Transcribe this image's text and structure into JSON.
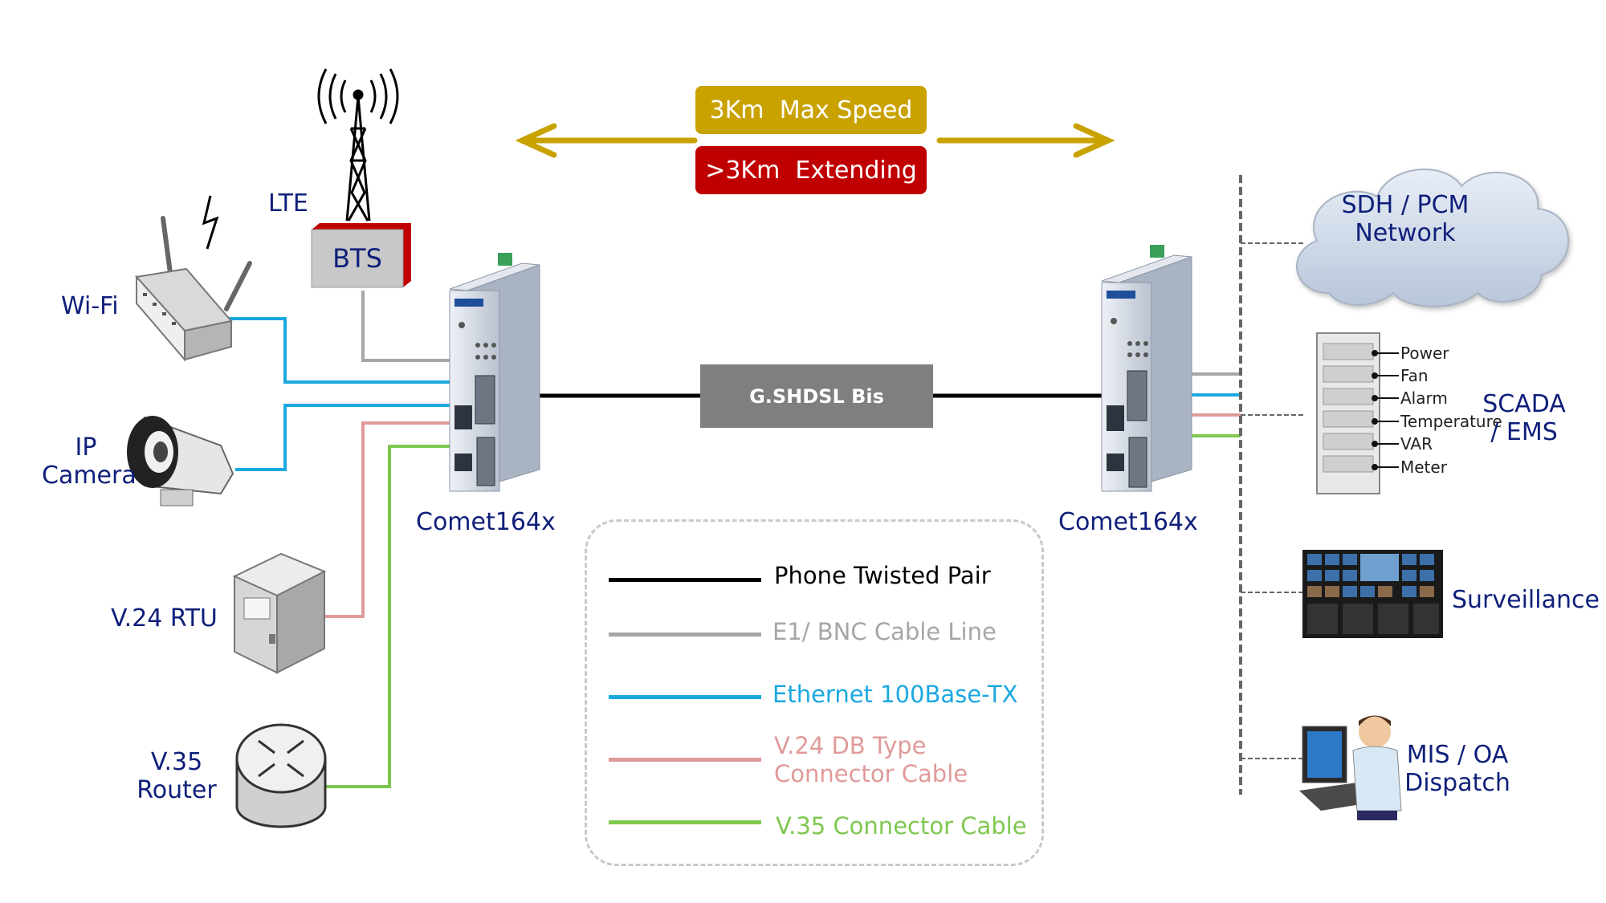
{
  "banner": {
    "max_speed": "3Km  Max Speed",
    "extending": ">3Km  Extending",
    "max_speed_color": "#c9a200",
    "extending_color": "#c00000"
  },
  "link": {
    "label": "G.SHDSL Bis"
  },
  "devices": {
    "left_device": "Comet164x",
    "right_device": "Comet164x",
    "bts": "BTS"
  },
  "left_nodes": {
    "lte": "LTE",
    "wifi": "Wi-Fi",
    "ip_camera_line1": "IP",
    "ip_camera_line2": "Camera",
    "rtu": "V.24  RTU",
    "router_line1": "V.35",
    "router_line2": "Router"
  },
  "right_nodes": {
    "cloud_line1": "SDH / PCM",
    "cloud_line2": "Network",
    "scada_line1": "SCADA",
    "scada_line2": "/ EMS",
    "surveillance": "Surveillance",
    "mis_line1": "MIS / OA",
    "mis_line2": "Dispatch"
  },
  "scada_signals": [
    "Power",
    "Fan",
    "Alarm",
    "Temperature",
    "VAR",
    "Meter"
  ],
  "legend": [
    {
      "key": "phone",
      "label": "Phone Twisted Pair",
      "color": "#000000"
    },
    {
      "key": "e1",
      "label": "E1/ BNC Cable Line",
      "color": "#a6a6a6"
    },
    {
      "key": "ethernet",
      "label": "Ethernet 100Base-TX",
      "color": "#1aa8e0"
    },
    {
      "key": "v24",
      "label_line1": "V.24 DB Type",
      "label_line2": "Connector Cable",
      "color": "#e09a9a"
    },
    {
      "key": "v35",
      "label": "V.35 Connector Cable",
      "color": "#7ec850"
    }
  ]
}
